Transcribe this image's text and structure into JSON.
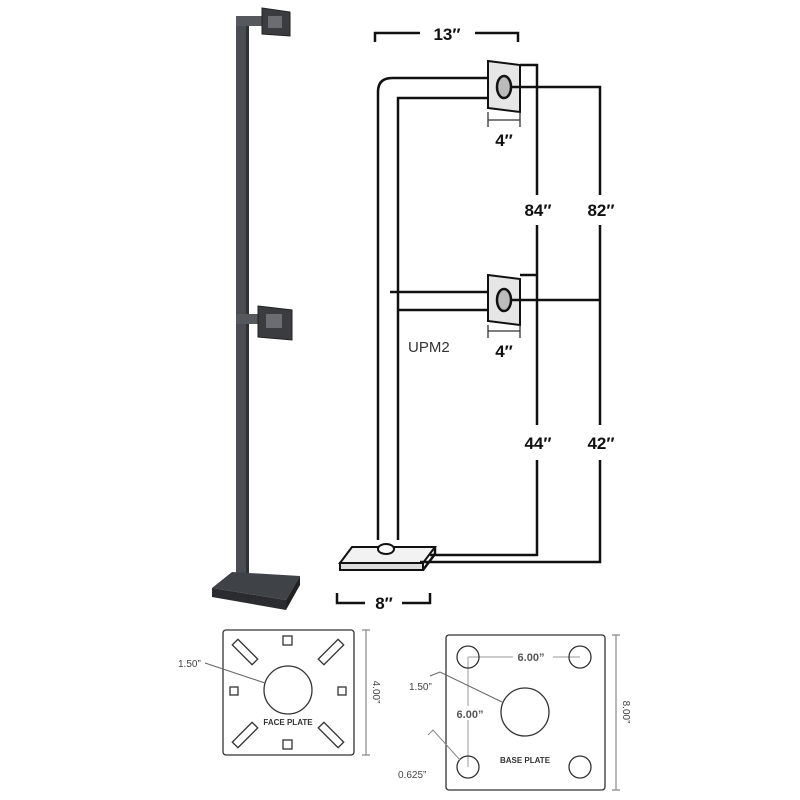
{
  "product": {
    "model": "UPM2",
    "dimensions": {
      "arm_length": "13″",
      "upper_mount_height_outer": "84″",
      "upper_mount_height_center": "82″",
      "lower_mount_height_outer": "44″",
      "lower_mount_height_center": "42″",
      "upper_face_plate_width": "4″",
      "lower_face_plate_width": "4″",
      "base_width": "8″"
    }
  },
  "face_plate": {
    "label": "FACE PLATE",
    "hole_diameter": "1.50”",
    "size": "4.00”"
  },
  "base_plate": {
    "label": "BASE PLATE",
    "hole_diameter": "1.50”",
    "bolt_hole_diameter": "0.625”",
    "spacing_horizontal": "6.00”",
    "spacing_vertical": "6.00”",
    "size": "8.00”"
  }
}
